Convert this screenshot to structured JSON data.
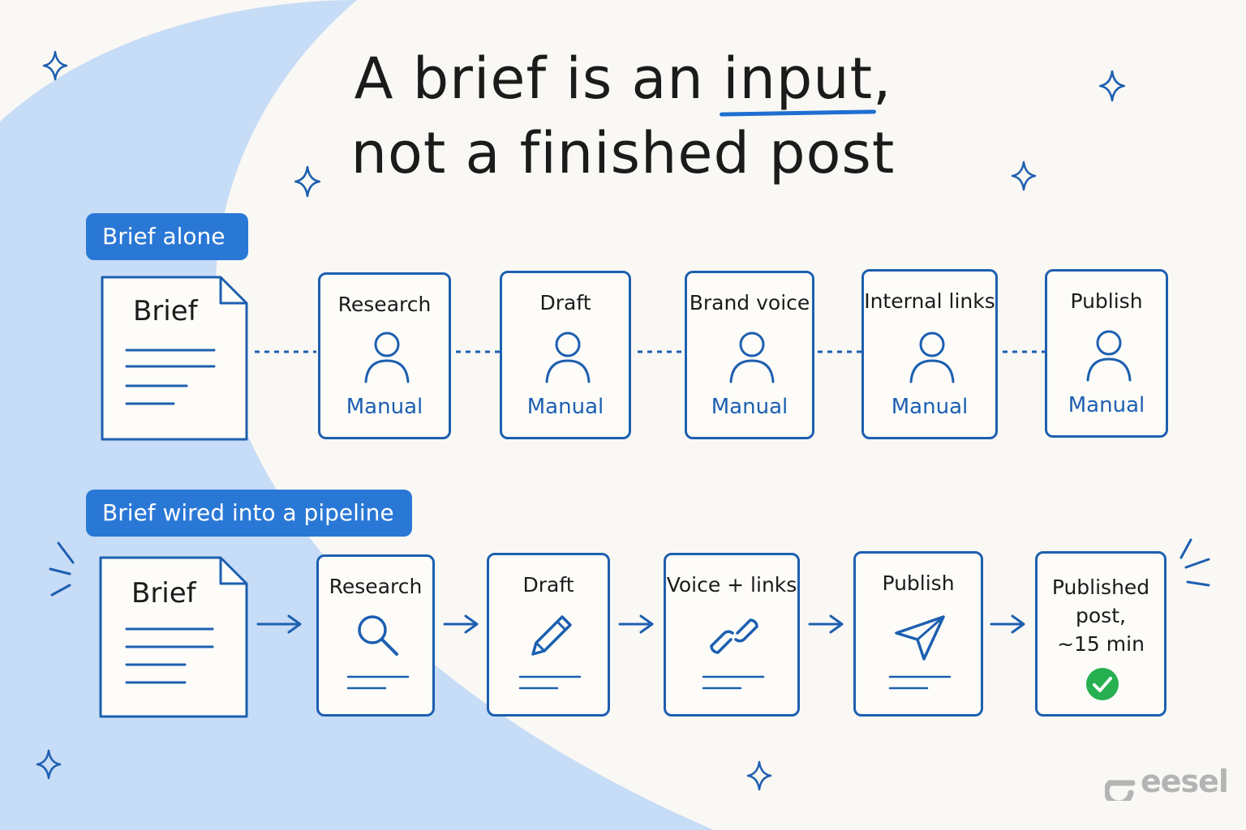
{
  "title": {
    "line1_before": "A brief is an ",
    "line1_highlight": "input",
    "line1_after": ",",
    "line2": "not a finished post"
  },
  "section_alone": {
    "label": "Brief alone",
    "brief_label": "Brief",
    "steps": [
      {
        "title": "Research",
        "status": "Manual",
        "icon": "person-icon"
      },
      {
        "title": "Draft",
        "status": "Manual",
        "icon": "person-icon"
      },
      {
        "title": "Brand voice",
        "status": "Manual",
        "icon": "person-icon"
      },
      {
        "title": "Internal links",
        "status": "Manual",
        "icon": "person-icon"
      },
      {
        "title": "Publish",
        "status": "Manual",
        "icon": "person-icon"
      }
    ]
  },
  "section_pipeline": {
    "label": "Brief wired into a pipeline",
    "brief_label": "Brief",
    "steps": [
      {
        "title": "Research",
        "icon": "search-icon"
      },
      {
        "title": "Draft",
        "icon": "pencil-icon"
      },
      {
        "title": "Voice + links",
        "icon": "link-icon"
      },
      {
        "title": "Publish",
        "icon": "paper-plane-icon"
      }
    ],
    "result": {
      "lines": [
        "Published",
        "post,",
        "~15 min"
      ],
      "icon": "check-circle-icon"
    }
  },
  "brand": {
    "name": "eesel",
    "icon": "eesel-logo-icon"
  },
  "colors": {
    "accent": "#2a78d6",
    "stroke": "#1d5fb0",
    "success": "#27b050",
    "background": "#faf8f4",
    "swoosh": "#c7dcf6"
  }
}
